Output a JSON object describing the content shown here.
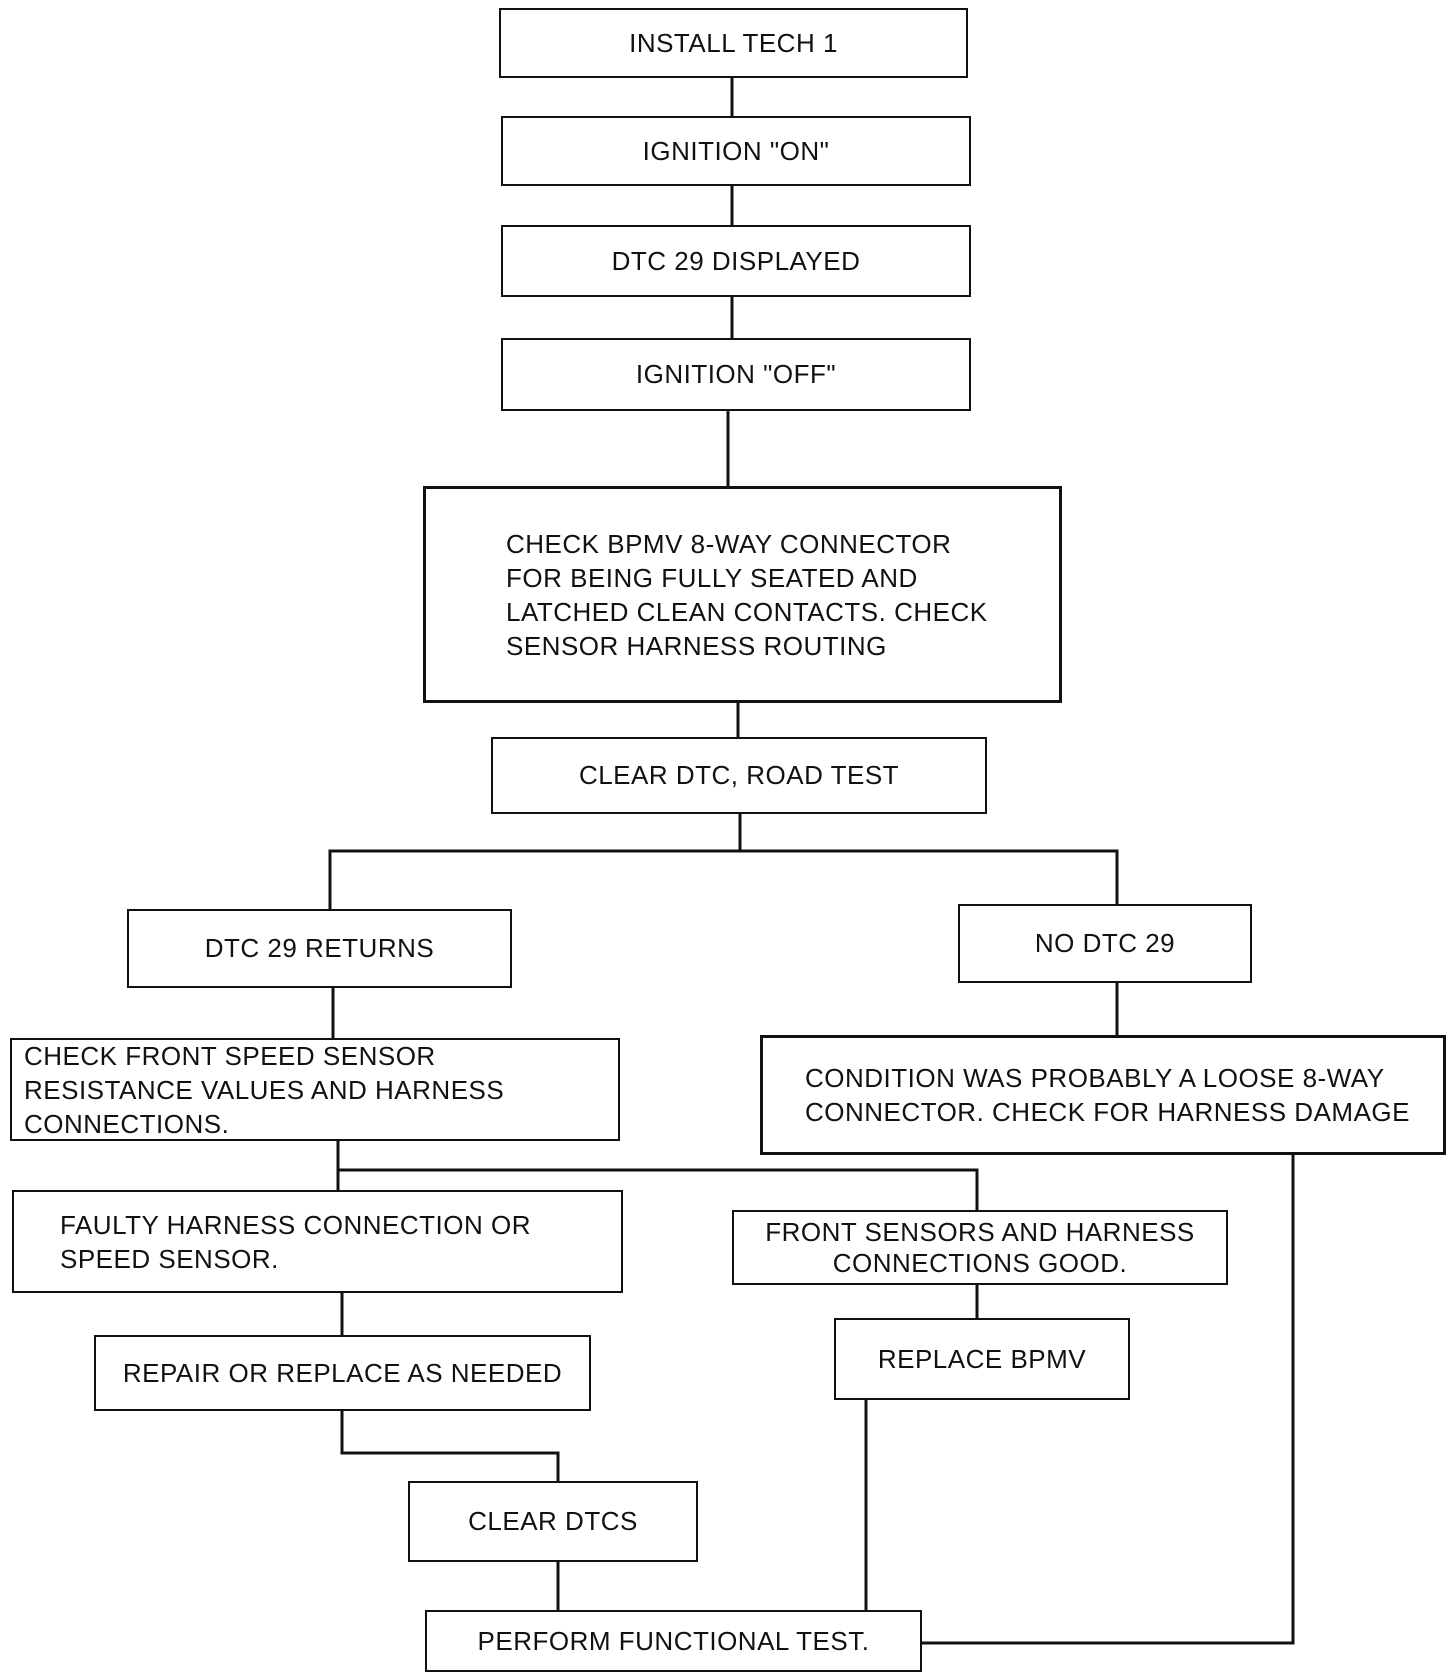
{
  "flowchart": {
    "steps": [
      {
        "id": "install-tech-1",
        "text": "INSTALL TECH 1"
      },
      {
        "id": "ignition-on",
        "text": "IGNITION \"ON\""
      },
      {
        "id": "dtc-29-displayed",
        "text": "DTC 29 DISPLAYED"
      },
      {
        "id": "ignition-off",
        "text": "IGNITION \"OFF\""
      },
      {
        "id": "check-bpmv-connector",
        "text": "CHECK BPMV 8-WAY CONNECTOR FOR BEING FULLY SEATED AND LATCHED CLEAN CONTACTS. CHECK SENSOR HARNESS ROUTING"
      },
      {
        "id": "clear-dtc-road-test",
        "text": "CLEAR DTC, ROAD TEST"
      },
      {
        "id": "dtc-29-returns",
        "text": "DTC 29 RETURNS"
      },
      {
        "id": "no-dtc-29",
        "text": "NO DTC 29"
      },
      {
        "id": "check-front-speed-sensor",
        "text": "CHECK FRONT SPEED SENSOR RESISTANCE VALUES AND HARNESS CONNECTIONS."
      },
      {
        "id": "condition-loose-connector",
        "text": "CONDITION WAS PROBABLY A LOOSE 8-WAY CONNECTOR. CHECK FOR HARNESS DAMAGE"
      },
      {
        "id": "faulty-harness",
        "text": "FAULTY HARNESS CONNECTION OR SPEED SENSOR."
      },
      {
        "id": "front-sensors-good",
        "text": "FRONT SENSORS AND HARNESS CONNECTIONS GOOD."
      },
      {
        "id": "repair-or-replace",
        "text": "REPAIR OR REPLACE AS NEEDED"
      },
      {
        "id": "replace-bpmv",
        "text": "REPLACE BPMV"
      },
      {
        "id": "clear-dtcs",
        "text": "CLEAR DTCS"
      },
      {
        "id": "perform-functional-test",
        "text": "PERFORM FUNCTIONAL TEST."
      }
    ]
  }
}
